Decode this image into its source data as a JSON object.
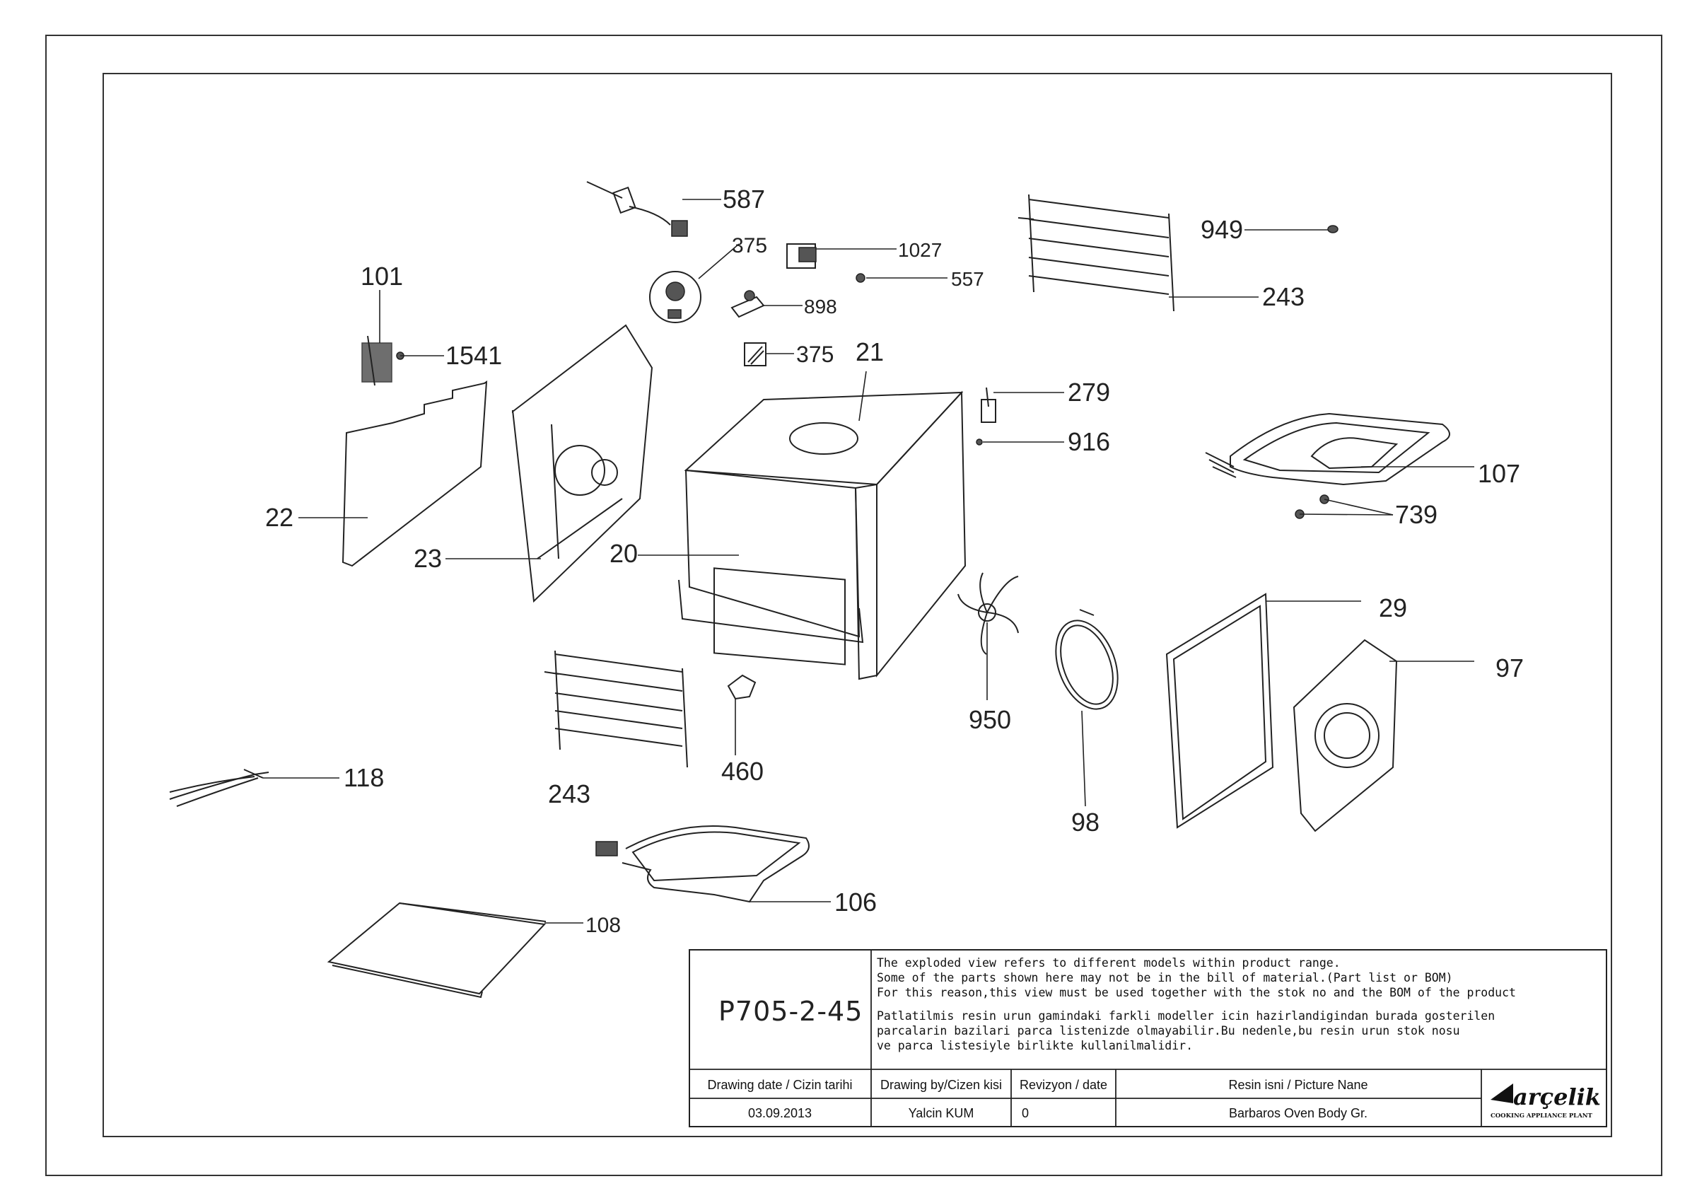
{
  "callouts": [
    {
      "id": "c587",
      "label": "587"
    },
    {
      "id": "c375a",
      "label": "375"
    },
    {
      "id": "c1027",
      "label": "1027"
    },
    {
      "id": "c557",
      "label": "557"
    },
    {
      "id": "c898",
      "label": "898"
    },
    {
      "id": "c949",
      "label": "949"
    },
    {
      "id": "c243a",
      "label": "243"
    },
    {
      "id": "c101",
      "label": "101"
    },
    {
      "id": "c1541",
      "label": "1541"
    },
    {
      "id": "c375b",
      "label": "375"
    },
    {
      "id": "c21",
      "label": "21"
    },
    {
      "id": "c279",
      "label": "279"
    },
    {
      "id": "c916",
      "label": "916"
    },
    {
      "id": "c107",
      "label": "107"
    },
    {
      "id": "c739",
      "label": "739"
    },
    {
      "id": "c22",
      "label": "22"
    },
    {
      "id": "c23",
      "label": "23"
    },
    {
      "id": "c20",
      "label": "20"
    },
    {
      "id": "c29",
      "label": "29"
    },
    {
      "id": "c97",
      "label": "97"
    },
    {
      "id": "c950",
      "label": "950"
    },
    {
      "id": "c243b",
      "label": "243"
    },
    {
      "id": "c460",
      "label": "460"
    },
    {
      "id": "c118",
      "label": "118"
    },
    {
      "id": "c98",
      "label": "98"
    },
    {
      "id": "c106",
      "label": "106"
    },
    {
      "id": "c108",
      "label": "108"
    }
  ],
  "title_block": {
    "drawing_code": "P705-2-45",
    "notes_en": [
      "The exploded view refers to different models within product range.",
      "Some of the parts shown here may not be in the bill of material.(Part list or BOM)",
      "For this reason,this view must be used together with the stok no and the BOM of the product"
    ],
    "notes_tr": [
      "Patlatilmis resin urun gamindaki farkli modeller icin hazirlandigindan burada gosterilen",
      "parcalarin bazilari parca listenizde olmayabilir.Bu nedenle,bu resin urun stok nosu",
      "ve parca listesiyle birlikte kullanilmalidir."
    ],
    "headers": {
      "date": "Drawing date / Cizin tarihi",
      "by": "Drawing by/Cizen kisi",
      "rev": "Revizyon / date",
      "name": "Resin isni / Picture Nane"
    },
    "values": {
      "date": "03.09.2013",
      "by": "Yalcin KUM",
      "rev": "0",
      "name": "Barbaros Oven Body Gr."
    },
    "logo": {
      "brand": "arçelik",
      "subtitle": "COOKING APPLIANCE PLANT"
    }
  }
}
